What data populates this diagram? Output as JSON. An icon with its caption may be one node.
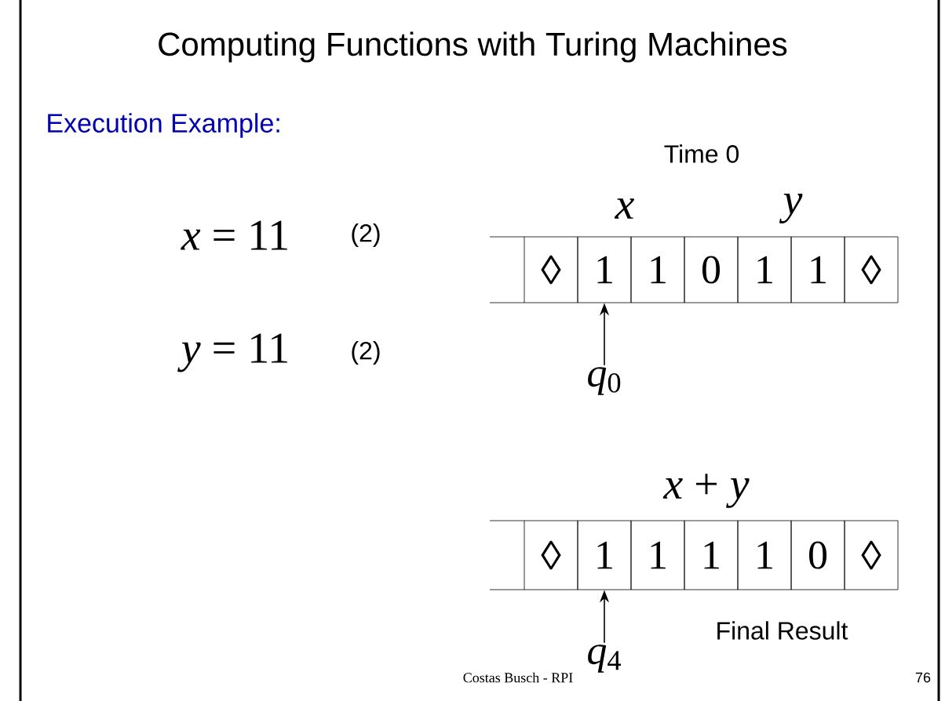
{
  "diagram": {
    "title": "Computing Functions with Turing Machines",
    "nodes": [
      {
        "text": [
          "◊"
        ]
      },
      {
        "text": [
          "1"
        ]
      },
      {
        "text": [
          "1"
        ]
      },
      {
        "text": [
          "0"
        ]
      },
      {
        "text": [
          "1"
        ]
      },
      {
        "text": [
          "1"
        ]
      },
      {
        "text": [
          "◊"
        ]
      },
      {
        "text": [
          "*q*$_{0}$"
        ]
      },
      {
        "text": [
          "◊"
        ]
      },
      {
        "text": [
          "1"
        ]
      },
      {
        "text": [
          "1"
        ]
      },
      {
        "text": [
          "1"
        ]
      },
      {
        "text": [
          "1"
        ]
      },
      {
        "text": [
          "0"
        ]
      },
      {
        "text": [
          "◊"
        ]
      },
      {
        "text": [
          "*q*$_{4}$"
        ]
      }
    ],
    "edges": [
      {
        "from": 7,
        "to": 1,
        "arrow": "to"
      },
      {
        "from": 15,
        "to": 9,
        "arrow": "to"
      }
    ],
    "labels": [
      "Execution Example:",
      "*x* = 11",
      "(2)",
      "Time 0",
      "*x*",
      "*y*",
      "*y* = 11",
      "(2)",
      "*x* + *y*",
      "Final Result",
      "Costas Busch - RPI",
      "76"
    ]
  }
}
